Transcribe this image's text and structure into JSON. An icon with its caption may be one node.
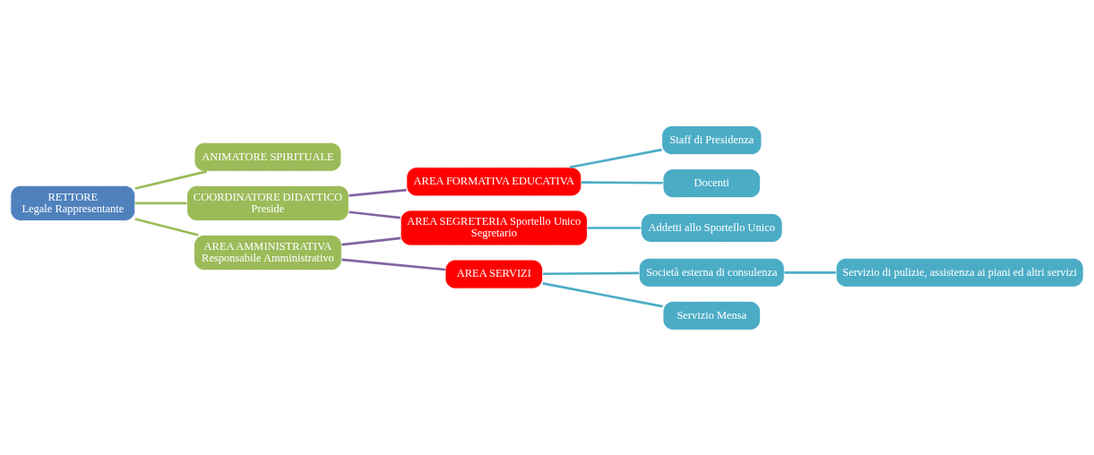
{
  "diagram": {
    "nodes": [
      {
        "text": [
          "RETTORE",
          "Legale Rappresentante"
        ]
      },
      {
        "text": [
          "ANIMATORE SPIRITUALE"
        ]
      },
      {
        "text": [
          "COORDINATORE DIDATTICO",
          "Preside"
        ]
      },
      {
        "text": [
          "AREA AMMINISTRATIVA",
          "Responsabile Amministrativo"
        ]
      },
      {
        "text": [
          "AREA FORMATIVA EDUCATIVA"
        ]
      },
      {
        "text": [
          "AREA SEGRETERIA Sportello Unico",
          "Segretario"
        ]
      },
      {
        "text": [
          "AREA SERVIZI"
        ]
      },
      {
        "text": [
          "Staff di Presidenza"
        ]
      },
      {
        "text": [
          "Docenti"
        ]
      },
      {
        "text": [
          "Addetti allo Sportello Unico"
        ]
      },
      {
        "text": [
          "Società esterna di consulenza"
        ]
      },
      {
        "text": [
          "Servizio Mensa"
        ]
      },
      {
        "text": [
          "Servizio di pulizie, assistenza ai piani ed altri servizi"
        ]
      }
    ],
    "edges": [
      {
        "from": 0,
        "to": 1,
        "arrow": "none",
        "color": "#9bbb59"
      },
      {
        "from": 0,
        "to": 2,
        "arrow": "none",
        "color": "#9bbb59"
      },
      {
        "from": 0,
        "to": 3,
        "arrow": "none",
        "color": "#9bbb59"
      },
      {
        "from": 2,
        "to": 4,
        "arrow": "none",
        "color": "#8064a2"
      },
      {
        "from": 2,
        "to": 5,
        "arrow": "none",
        "color": "#8064a2"
      },
      {
        "from": 3,
        "to": 5,
        "arrow": "none",
        "color": "#8064a2"
      },
      {
        "from": 3,
        "to": 6,
        "arrow": "none",
        "color": "#8064a2"
      },
      {
        "from": 4,
        "to": 7,
        "arrow": "none"
      },
      {
        "from": 4,
        "to": 8,
        "arrow": "none"
      },
      {
        "from": 5,
        "to": 9,
        "arrow": "none"
      },
      {
        "from": 6,
        "to": 10,
        "arrow": "none"
      },
      {
        "from": 6,
        "to": 11,
        "arrow": "none"
      },
      {
        "from": 10,
        "to": 12,
        "arrow": "none"
      }
    ]
  }
}
